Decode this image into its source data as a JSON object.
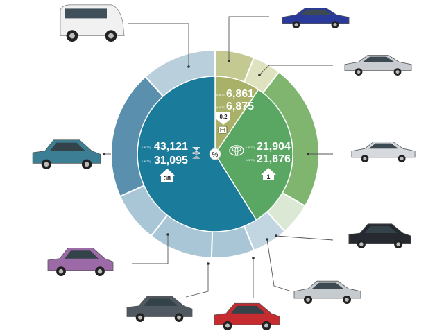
{
  "chart_data": {
    "type": "pie",
    "center_label": "%",
    "colors": {
      "suzuki_inner": "#1b7b9b",
      "honda_inner": "#a9b067",
      "toyota_inner": "#5aa663",
      "outer_suzuki": "#5a90ad",
      "outer_suzuki_light": "#a9c6d6",
      "outer_honda": "#c3c991",
      "outer_toyota": "#7fb56e",
      "leader": "#555555"
    },
    "inner": [
      {
        "brand": "Suzuki",
        "icon": "suzuki-logo-icon",
        "value_a_label": "(UNITS)",
        "value_a": "43,121",
        "value_b_label": "(UNITS)",
        "value_b": "31,095",
        "badge": "38",
        "trend": "up-arrow-icon"
      },
      {
        "brand": "Honda",
        "icon": "honda-logo-icon",
        "value_a_label": "(UNITS)",
        "value_a": "6,861",
        "value_b_label": "(UNITS)",
        "value_b": "6,875",
        "badge": "0.2",
        "trend": "down-arrow-icon"
      },
      {
        "brand": "Toyota",
        "icon": "toyota-logo-icon",
        "value_a_label": "(UNITS)",
        "value_a": "21,904",
        "value_b_label": "(UNITS)",
        "value_b": "21,676",
        "badge": "1",
        "trend": "up-arrow-icon"
      }
    ],
    "outer_segments": [
      {
        "brand": "Honda",
        "model_icon": "blue-sedan-icon"
      },
      {
        "brand": "Honda",
        "model_icon": "silver-sedan-icon"
      },
      {
        "brand": "Toyota",
        "model_icon": "silver-corolla-icon"
      },
      {
        "brand": "Toyota",
        "model_icon": "black-hatchback-icon"
      },
      {
        "brand": "Suzuki",
        "model_icon": "silver-liana-sedan-icon"
      },
      {
        "brand": "Suzuki",
        "model_icon": "red-swift-icon"
      },
      {
        "brand": "Suzuki",
        "model_icon": "grey-cultus-icon"
      },
      {
        "brand": "Suzuki",
        "model_icon": "purple-alto-icon"
      },
      {
        "brand": "Suzuki",
        "model_icon": "teal-mehran-icon"
      },
      {
        "brand": "Suzuki",
        "model_icon": "white-bolan-van-icon"
      }
    ]
  }
}
